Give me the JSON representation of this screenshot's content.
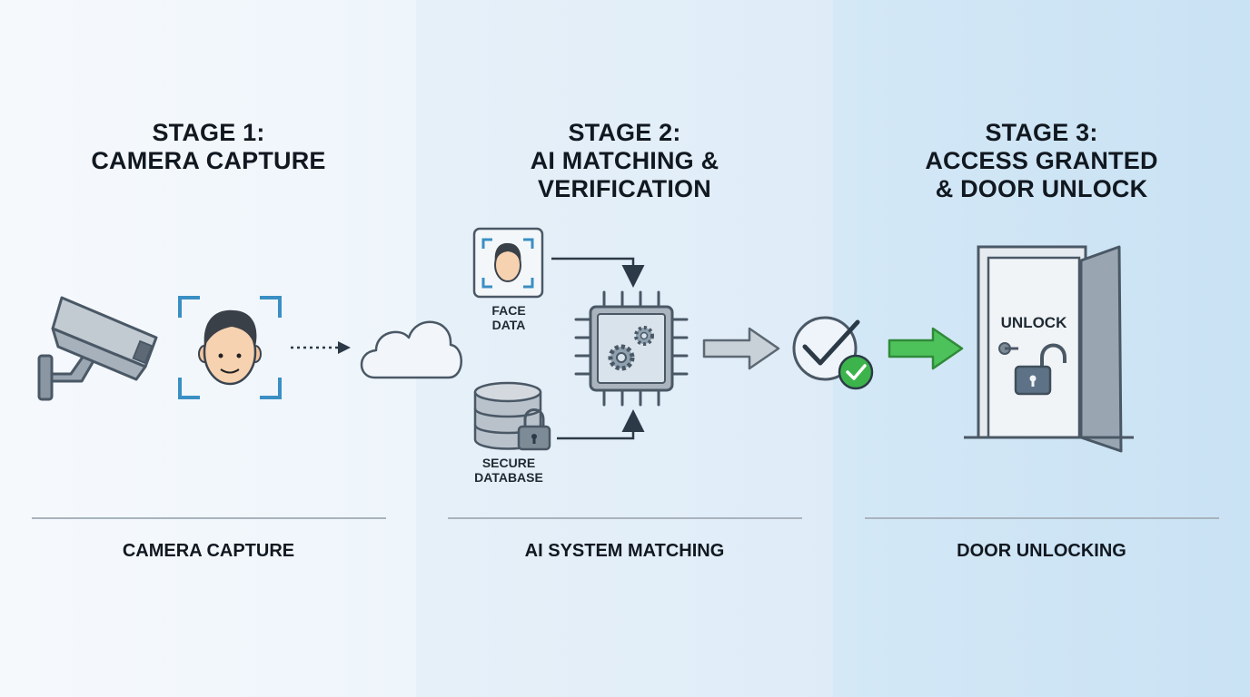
{
  "stages": [
    {
      "title": "STAGE 1:\nCAMERA CAPTURE",
      "footer": "CAMERA CAPTURE"
    },
    {
      "title": "STAGE 2:\nAI MATCHING &\nVERIFICATION",
      "footer": "AI SYSTEM MATCHING"
    },
    {
      "title": "STAGE 3:\nACCESS GRANTED\n& DOOR UNLOCK",
      "footer": "DOOR UNLOCKING"
    }
  ],
  "labels": {
    "face_data": "FACE\nDATA",
    "secure_database": "SECURE\nDATABASE",
    "unlock": "UNLOCK"
  },
  "icons": [
    "security-camera-icon",
    "face-scan-icon",
    "dotted-arrow-icon",
    "cloud-icon",
    "face-data-icon",
    "database-lock-icon",
    "ai-chip-icon",
    "gray-arrow-icon",
    "checkmark-icon",
    "green-arrow-icon",
    "door-icon",
    "padlock-open-icon"
  ],
  "colors": {
    "scan_corners": "#3a8fc4",
    "success_green": "#3cb44b",
    "outline": "#4a5866"
  }
}
